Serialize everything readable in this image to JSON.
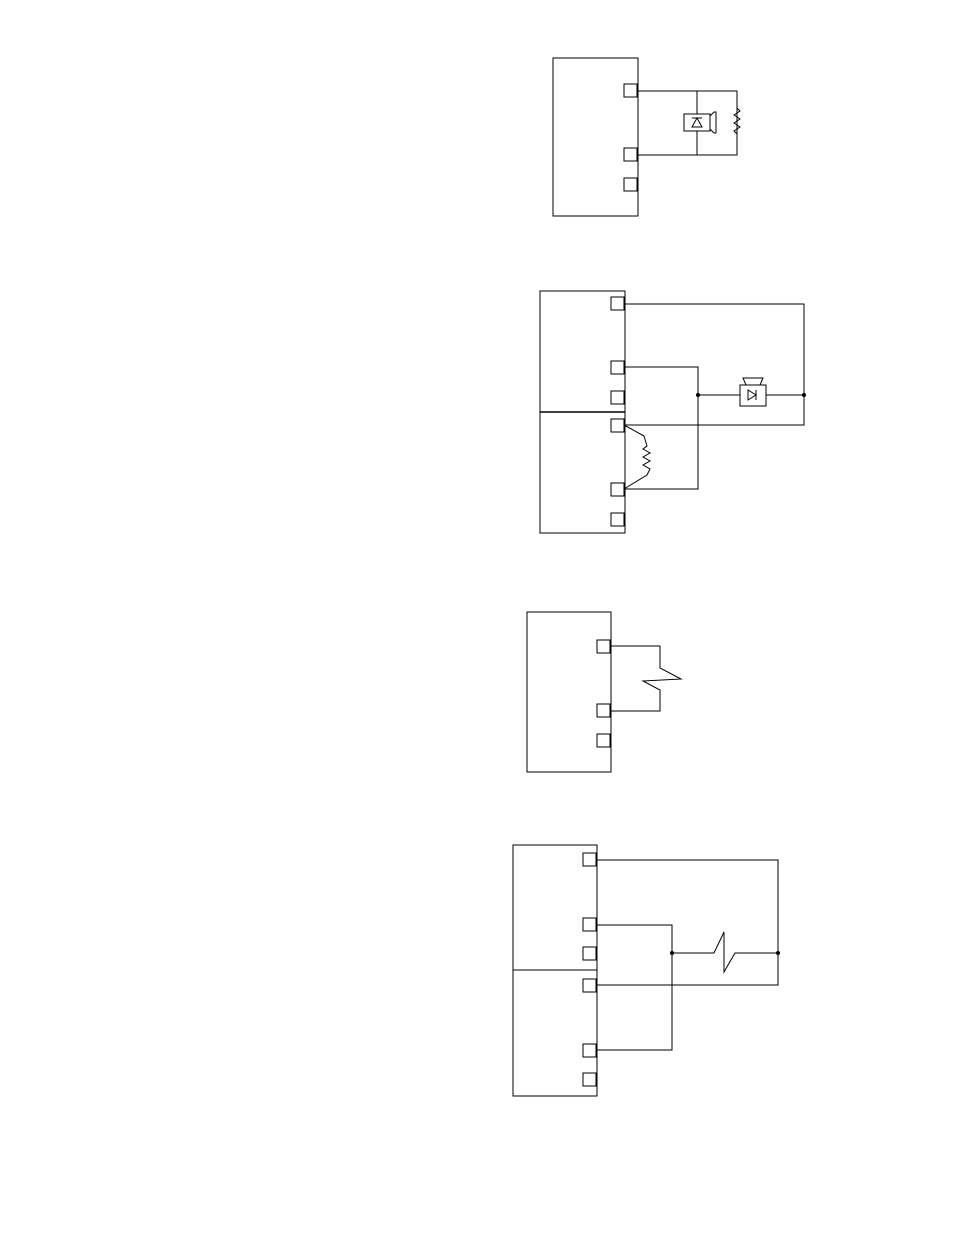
{
  "diagrams": [
    {
      "id": "diagram-1",
      "modules": 1,
      "terminals_per_module": 3,
      "load_symbols": [
        "diode-icon",
        "resistor-icon"
      ]
    },
    {
      "id": "diagram-2",
      "modules": 2,
      "terminals_per_module": 3,
      "load_symbols": [
        "diode-icon",
        "resistor-icon"
      ]
    },
    {
      "id": "diagram-3",
      "modules": 1,
      "terminals_per_module": 3,
      "load_symbols": [
        "jumper-break-icon"
      ]
    },
    {
      "id": "diagram-4",
      "modules": 2,
      "terminals_per_module": 3,
      "load_symbols": [
        "jumper-break-icon"
      ]
    }
  ],
  "colors": {
    "line": "#000000",
    "background": "#ffffff"
  }
}
